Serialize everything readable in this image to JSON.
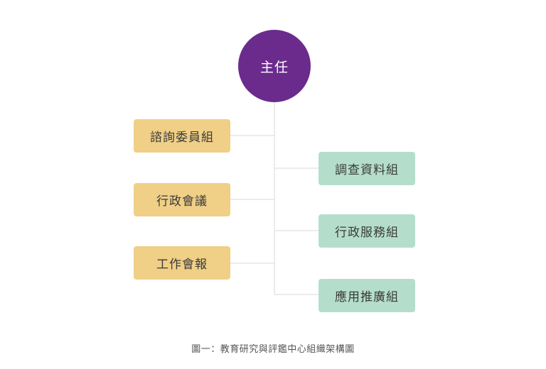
{
  "colors": {
    "director": "#6a2b8c",
    "left_boxes": "#f0cf86",
    "right_boxes": "#b4decb",
    "connector": "#d9d9d9"
  },
  "org_chart": {
    "director": "主任",
    "left_units": [
      "諮詢委員組",
      "行政會議",
      "工作會報"
    ],
    "right_units": [
      "調查資料組",
      "行政服務組",
      "應用推廣組"
    ]
  },
  "caption": "圖一：教育研究與評鑑中心組織架構圖"
}
